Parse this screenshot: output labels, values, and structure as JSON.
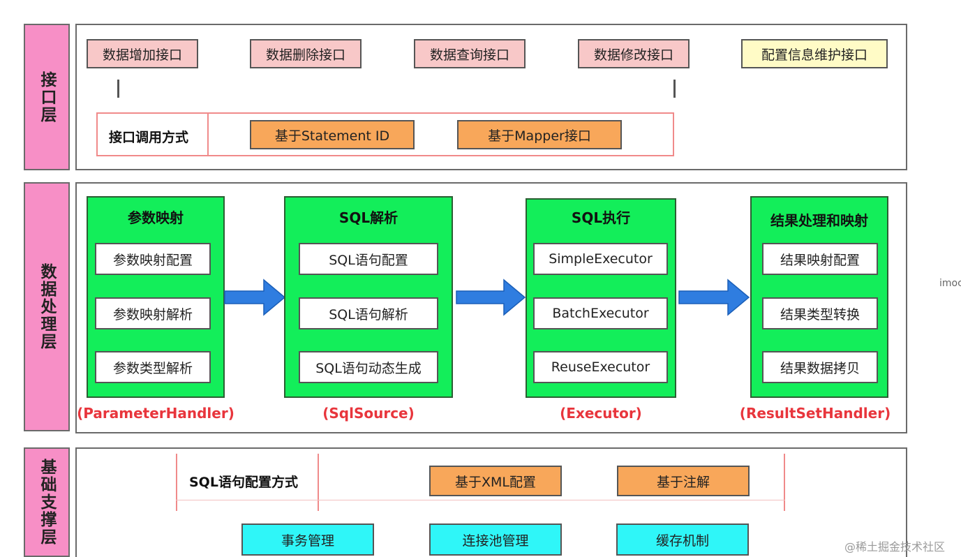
{
  "layers": {
    "interface": "接口层",
    "processing": "数据处理层",
    "support": "基础支撑层"
  },
  "interface": {
    "apis": [
      "数据增加接口",
      "数据删除接口",
      "数据查询接口",
      "数据修改接口",
      "配置信息维护接口"
    ],
    "call_label": "接口调用方式",
    "call_methods": [
      "基于Statement ID",
      "基于Mapper接口"
    ]
  },
  "processing": {
    "blocks": [
      {
        "title": "参数映射",
        "items": [
          "参数映射配置",
          "参数映射解析",
          "参数类型解析"
        ],
        "handler": "(ParameterHandler)"
      },
      {
        "title": "SQL解析",
        "items": [
          "SQL语句配置",
          "SQL语句解析",
          "SQL语句动态生成"
        ],
        "handler": "(SqlSource)"
      },
      {
        "title": "SQL执行",
        "items": [
          "SimpleExecutor",
          "BatchExecutor",
          "ReuseExecutor"
        ],
        "handler": "(Executor)"
      },
      {
        "title": "结果处理和映射",
        "items": [
          "结果映射配置",
          "结果类型转换",
          "结果数据拷贝"
        ],
        "handler": "(ResultSetHandler)"
      }
    ]
  },
  "support": {
    "sql_config_label": "SQL语句配置方式",
    "config_methods": [
      "基于XML配置",
      "基于注解"
    ],
    "services": [
      "事务管理",
      "连接池管理",
      "缓存机制"
    ]
  },
  "side_text": "imoc",
  "watermark": "@稀土掘金技术社区",
  "colors": {
    "layer_label": "#f78fc6",
    "api_box": "#f8c8c8",
    "config_box": "#fffbc6",
    "orange_box": "#f8a75a",
    "green_block": "#13ee5a",
    "cyan_box": "#2ff6f8",
    "handler_text": "#e8353c",
    "arrow": "#2f7de0"
  }
}
